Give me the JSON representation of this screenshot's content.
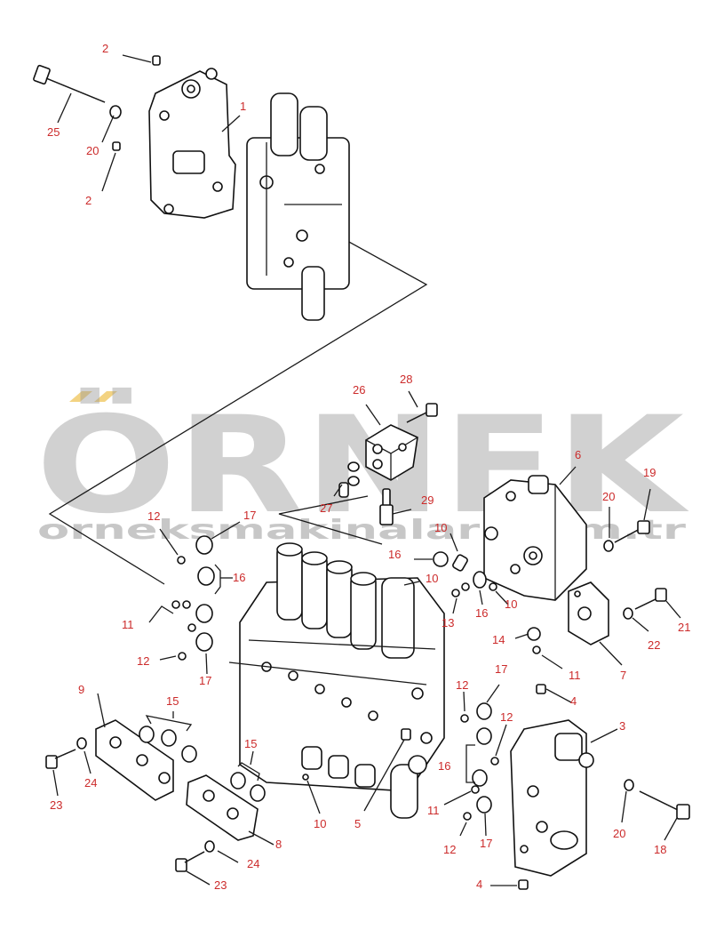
{
  "watermark": {
    "logo_text": "ÖRNEK",
    "site_text": "orneksmakinalari.com.tr",
    "accent_color": "#f3d382",
    "gray_color": "#9a9a9a"
  },
  "label_color": "#cc2b2b",
  "callouts": [
    {
      "id": "c1",
      "text": "1"
    },
    {
      "id": "c2a",
      "text": "2"
    },
    {
      "id": "c2b",
      "text": "2"
    },
    {
      "id": "c20a",
      "text": "20"
    },
    {
      "id": "c25",
      "text": "25"
    },
    {
      "id": "c26",
      "text": "26"
    },
    {
      "id": "c28",
      "text": "28"
    },
    {
      "id": "c27",
      "text": "27"
    },
    {
      "id": "c29",
      "text": "29"
    },
    {
      "id": "c6",
      "text": "6"
    },
    {
      "id": "c19",
      "text": "19"
    },
    {
      "id": "c20b",
      "text": "20"
    },
    {
      "id": "c21",
      "text": "21"
    },
    {
      "id": "c22",
      "text": "22"
    },
    {
      "id": "c7",
      "text": "7"
    },
    {
      "id": "c12a",
      "text": "12"
    },
    {
      "id": "c17a",
      "text": "17"
    },
    {
      "id": "c16a",
      "text": "16"
    },
    {
      "id": "c11a",
      "text": "11"
    },
    {
      "id": "c12b",
      "text": "12"
    },
    {
      "id": "c17b",
      "text": "17"
    },
    {
      "id": "c10a",
      "text": "10"
    },
    {
      "id": "c16b",
      "text": "16"
    },
    {
      "id": "c10b",
      "text": "10"
    },
    {
      "id": "c13",
      "text": "13"
    },
    {
      "id": "c16c",
      "text": "16"
    },
    {
      "id": "c10c",
      "text": "10"
    },
    {
      "id": "c14",
      "text": "14"
    },
    {
      "id": "c11b",
      "text": "11"
    },
    {
      "id": "c9",
      "text": "9"
    },
    {
      "id": "c15a",
      "text": "15"
    },
    {
      "id": "c24a",
      "text": "24"
    },
    {
      "id": "c23a",
      "text": "23"
    },
    {
      "id": "c15b",
      "text": "15"
    },
    {
      "id": "c8",
      "text": "8"
    },
    {
      "id": "c24b",
      "text": "24"
    },
    {
      "id": "c23b",
      "text": "23"
    },
    {
      "id": "c10d",
      "text": "10"
    },
    {
      "id": "c5",
      "text": "5"
    },
    {
      "id": "c12c",
      "text": "12"
    },
    {
      "id": "c17c",
      "text": "17"
    },
    {
      "id": "c12d",
      "text": "12"
    },
    {
      "id": "c16d",
      "text": "16"
    },
    {
      "id": "c11c",
      "text": "11"
    },
    {
      "id": "c12e",
      "text": "12"
    },
    {
      "id": "c17d",
      "text": "17"
    },
    {
      "id": "c4a",
      "text": "4"
    },
    {
      "id": "c3",
      "text": "3"
    },
    {
      "id": "c20c",
      "text": "20"
    },
    {
      "id": "c18",
      "text": "18"
    },
    {
      "id": "c4b",
      "text": "4"
    }
  ]
}
